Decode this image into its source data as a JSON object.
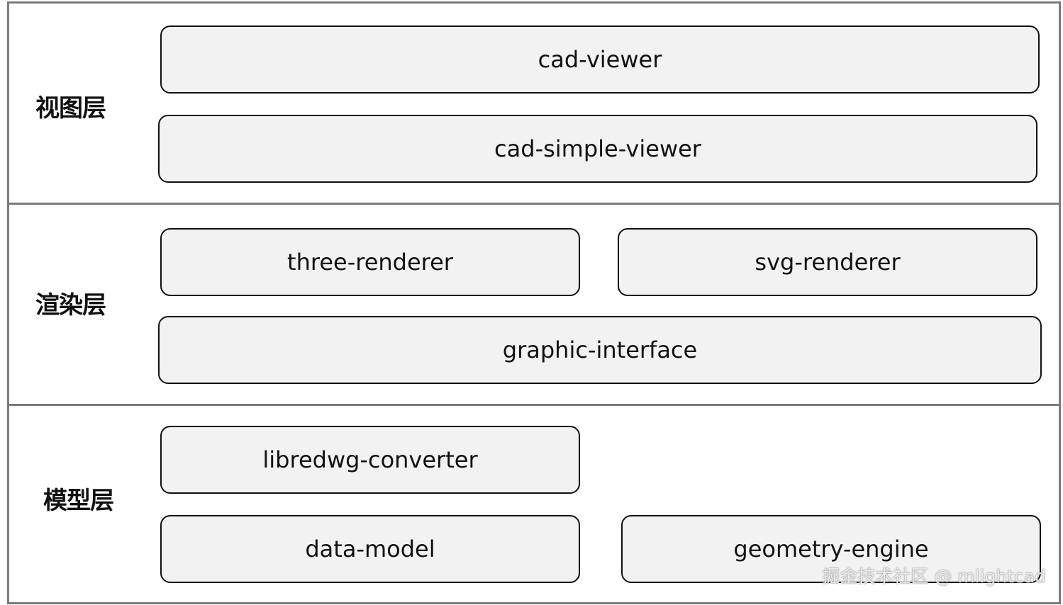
{
  "layers": {
    "view": {
      "title": "视图层",
      "modules": [
        "cad-viewer",
        "cad-simple-viewer"
      ]
    },
    "render": {
      "title": "渲染层",
      "modules": [
        "three-renderer",
        "svg-renderer",
        "graphic-interface"
      ]
    },
    "model": {
      "title": "模型层",
      "modules": [
        "libredwg-converter",
        "data-model",
        "geometry-engine"
      ]
    }
  },
  "watermark": "掘金技术社区 @ mlightcad"
}
